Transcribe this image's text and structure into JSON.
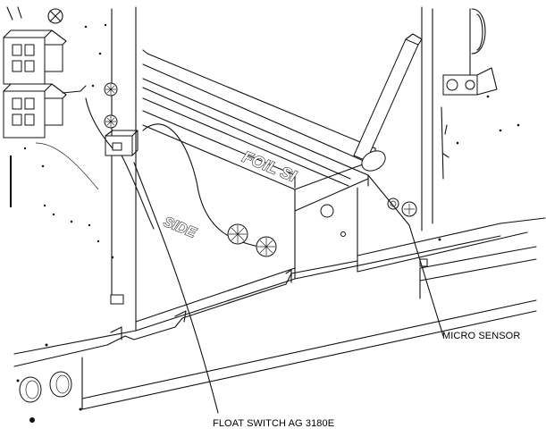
{
  "callouts": {
    "micro_sensor": "MICRO SENSOR",
    "float_switch": "FLOAT SWITCH AG 3180E"
  },
  "stencils": {
    "foil_side_upper": "FOIL SI",
    "foil_side_lower": "SIDE"
  }
}
